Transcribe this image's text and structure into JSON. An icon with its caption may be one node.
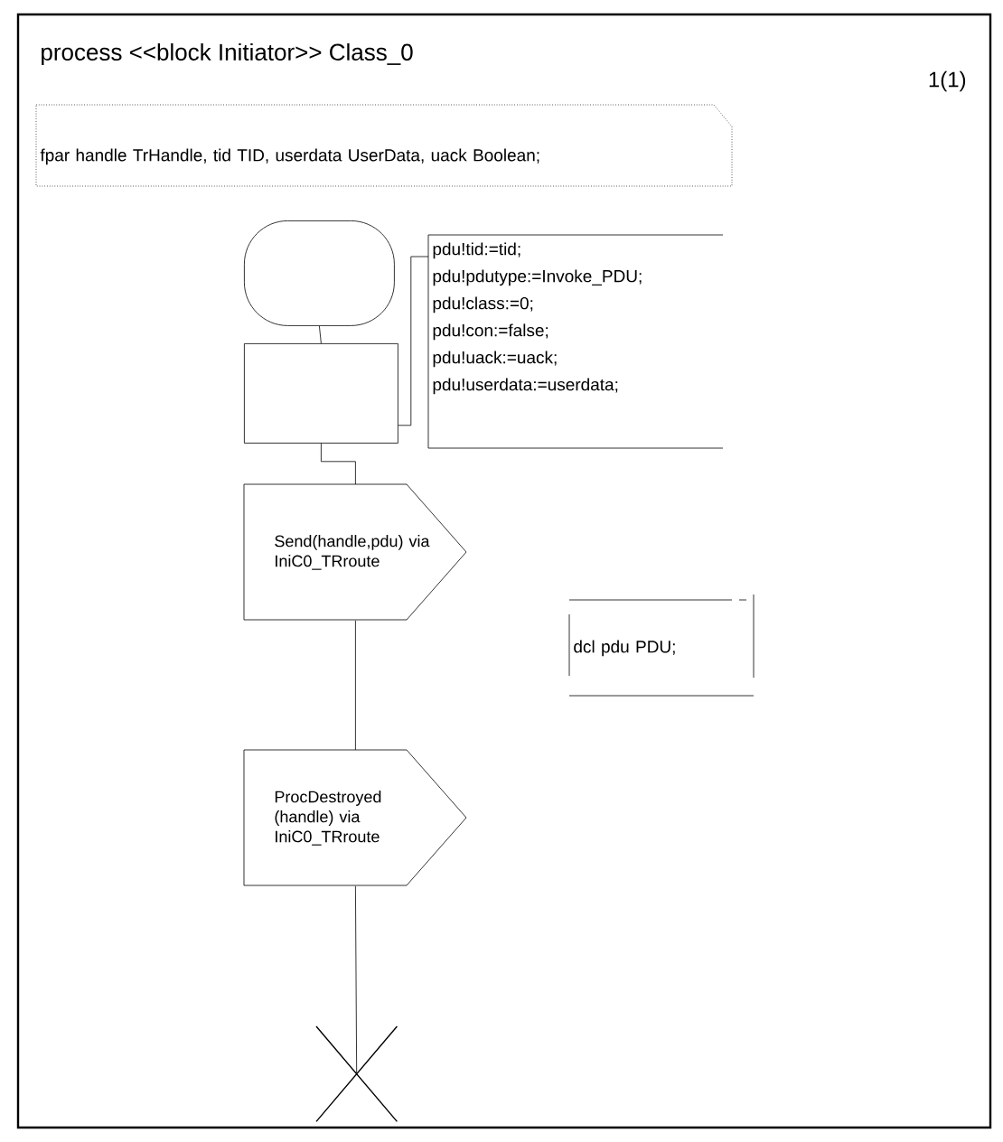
{
  "diagram": {
    "title": "process <<block Initiator>> Class_0",
    "nodes": [
      {
        "text": [
          "fpar handle TrHandle, tid TID, userdata UserData, uack Boolean;"
        ]
      },
      {
        "text": [],
        "shape": "oval"
      },
      {
        "text": [],
        "shape": "box"
      },
      {
        "text": [
          "pdu!tid:=tid;",
          "pdu!pdutype:=Invoke_PDU;",
          "pdu!class:=0;",
          "pdu!con:=false;",
          "pdu!uack:=uack;",
          "pdu!userdata:=userdata;"
        ]
      },
      {
        "text": [
          "Send(handle,pdu) via IniC0_TRroute"
        ]
      },
      {
        "text": [
          "dcl pdu PDU;"
        ]
      },
      {
        "text": [
          "ProcDestroyed (handle) via IniC0_TRroute"
        ]
      },
      {
        "text": [],
        "shape": "cross"
      }
    ],
    "edges": [
      {
        "from": 1,
        "to": 2,
        "arrow": "none"
      },
      {
        "from": 2,
        "to": 3,
        "arrow": "none"
      },
      {
        "from": 2,
        "to": 4,
        "arrow": "none"
      },
      {
        "from": 4,
        "to": 6,
        "arrow": "none"
      },
      {
        "from": 6,
        "to": 7,
        "arrow": "none"
      }
    ],
    "labels": [
      "1(1)"
    ]
  }
}
